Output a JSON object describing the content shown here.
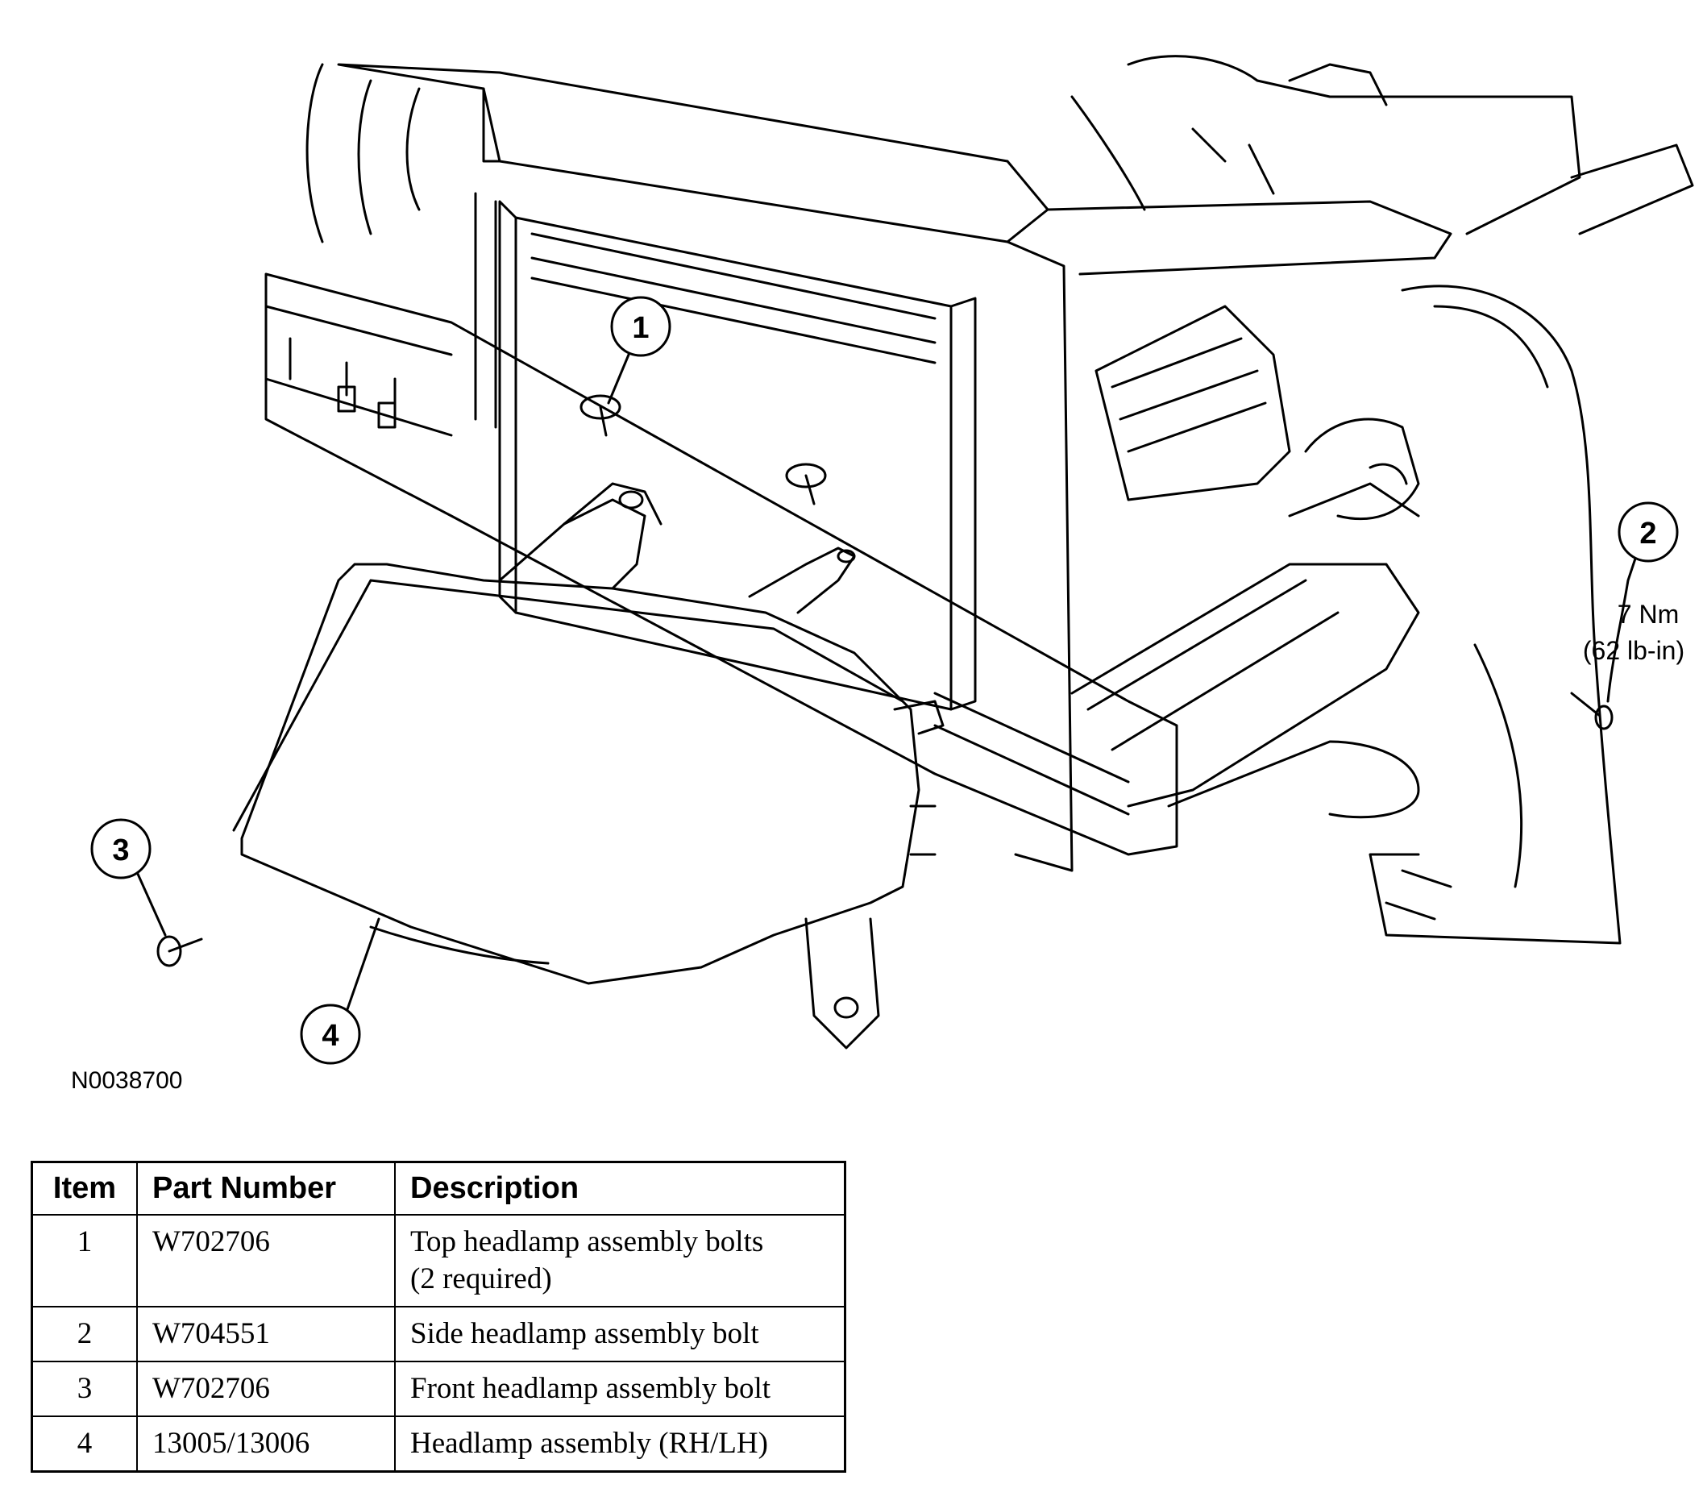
{
  "figure": {
    "callouts": [
      {
        "number": "1"
      },
      {
        "number": "2"
      },
      {
        "number": "3"
      },
      {
        "number": "4"
      }
    ],
    "torque_spec": {
      "line1": "7 Nm",
      "line2": "(62 lb-in)"
    },
    "figure_id": "N0038700"
  },
  "table": {
    "headers": {
      "item": "Item",
      "part_number": "Part Number",
      "description": "Description"
    },
    "rows": [
      {
        "item": "1",
        "part_number": "W702706",
        "description_line1": "Top headlamp assembly bolts",
        "description_line2": "(2 required)"
      },
      {
        "item": "2",
        "part_number": "W704551",
        "description_line1": "Side headlamp assembly bolt",
        "description_line2": ""
      },
      {
        "item": "3",
        "part_number": "W702706",
        "description_line1": "Front headlamp assembly bolt",
        "description_line2": ""
      },
      {
        "item": "4",
        "part_number": "13005/13006",
        "description_line1": "Headlamp assembly (RH/LH)",
        "description_line2": ""
      }
    ]
  }
}
